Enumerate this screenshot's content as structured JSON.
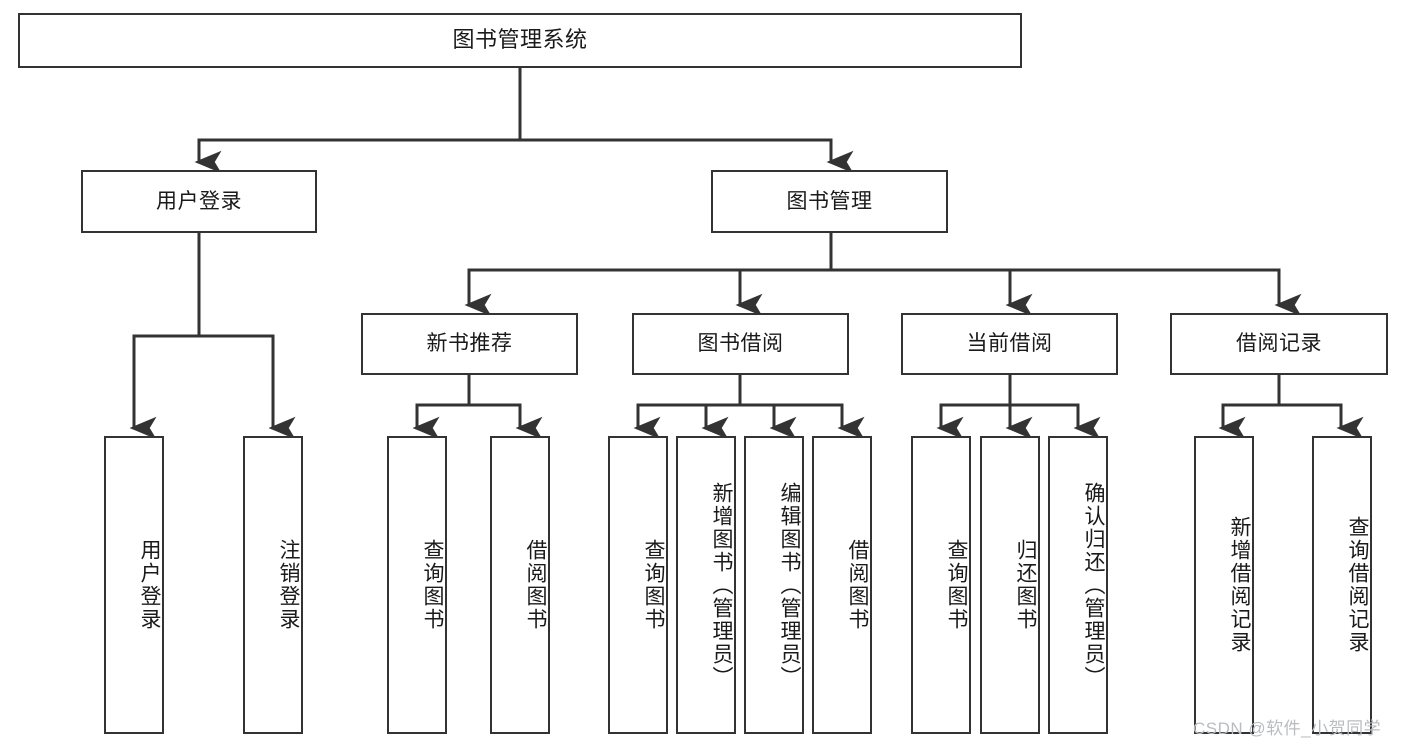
{
  "diagram": {
    "title": "图书管理系统",
    "type": "tree-hierarchy-functional-structure",
    "colors": {
      "stroke": "#333333",
      "fill": "#ffffff",
      "text": "#1a1a1a",
      "watermark": "#b9bcc0"
    },
    "root": {
      "label": "图书管理系统"
    },
    "level2": [
      {
        "id": "user-login",
        "label": "用户登录"
      },
      {
        "id": "book-management",
        "label": "图书管理"
      }
    ],
    "level3": [
      {
        "id": "new-book-recommend",
        "label": "新书推荐"
      },
      {
        "id": "book-borrow",
        "label": "图书借阅"
      },
      {
        "id": "current-borrow",
        "label": "当前借阅"
      },
      {
        "id": "borrow-record",
        "label": "借阅记录"
      }
    ],
    "leaves": {
      "user_login": [
        {
          "id": "leaf-user-login",
          "label": "用户登录"
        },
        {
          "id": "leaf-logout-login",
          "label": "注销登录"
        }
      ],
      "new_book_recommend": [
        {
          "id": "leaf-query-book-1",
          "label": "查询图书"
        },
        {
          "id": "leaf-borrow-book-1",
          "label": "借阅图书"
        }
      ],
      "book_borrow": [
        {
          "id": "leaf-query-book-2",
          "label": "查询图书"
        },
        {
          "id": "leaf-add-book",
          "label": "新增图书（管理员）"
        },
        {
          "id": "leaf-edit-book",
          "label": "编辑图书（管理员）"
        },
        {
          "id": "leaf-borrow-book-2",
          "label": "借阅图书"
        }
      ],
      "current_borrow": [
        {
          "id": "leaf-query-book-3",
          "label": "查询图书"
        },
        {
          "id": "leaf-return-book",
          "label": "归还图书"
        },
        {
          "id": "leaf-confirm-return",
          "label": "确认归还（管理员）"
        }
      ],
      "borrow_record": [
        {
          "id": "leaf-add-borrow-record",
          "label": "新增借阅记录"
        },
        {
          "id": "leaf-query-borrow-record",
          "label": "查询借阅记录"
        }
      ]
    },
    "watermark": "CSDN @软件_小贺同学"
  }
}
